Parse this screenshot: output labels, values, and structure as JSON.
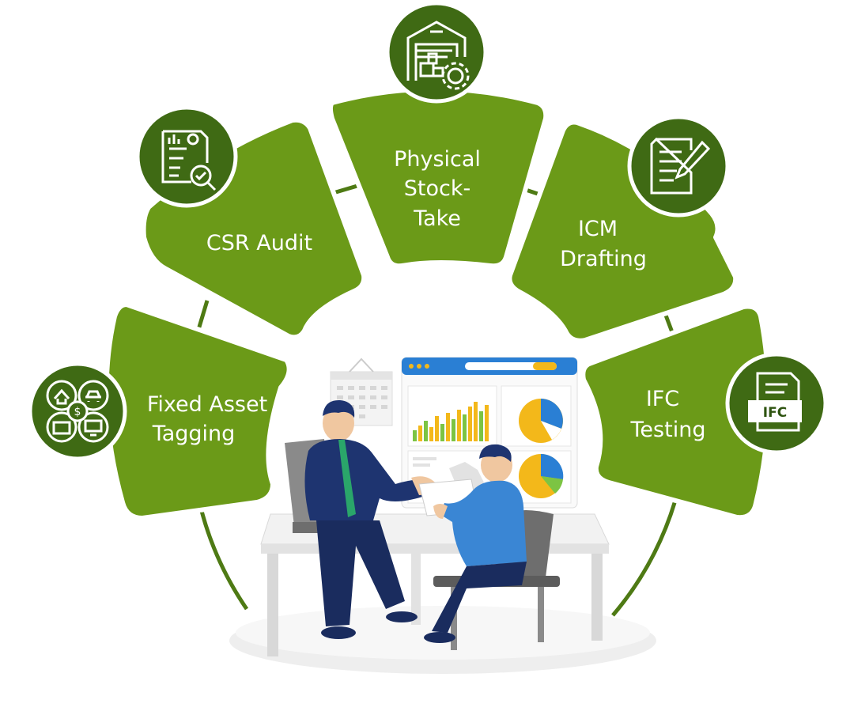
{
  "colors": {
    "segment_green": "#6b9a18",
    "segment_border": "#ffffff",
    "icon_circle": "#3f6a14",
    "arc": "#4e7a14",
    "text": "#ffffff",
    "shirt_dark": "#1e3470",
    "shirt_light": "#3a86d4",
    "tie": "#2aa66a",
    "chart_yellow": "#f3b81a",
    "chart_green": "#7cc443",
    "chart_blue": "#2a7fd4"
  },
  "segments": [
    {
      "id": "fixed-asset-tagging",
      "lines": [
        "Fixed Asset",
        "Tagging"
      ],
      "icon": "assets-circle-icon"
    },
    {
      "id": "csr-audit",
      "lines": [
        "CSR Audit"
      ],
      "icon": "report-magnifier-icon"
    },
    {
      "id": "physical-stock-take",
      "lines": [
        "Physical",
        "Stock-",
        "Take"
      ],
      "icon": "warehouse-gear-icon"
    },
    {
      "id": "icm-drafting",
      "lines": [
        "ICM",
        "Drafting"
      ],
      "icon": "document-pencil-icon"
    },
    {
      "id": "ifc-testing",
      "lines": [
        "IFC",
        "Testing"
      ],
      "icon": "ifc-document-icon",
      "badge": "IFC"
    }
  ],
  "illustration": {
    "description_icon": "business-meeting-illustration"
  }
}
